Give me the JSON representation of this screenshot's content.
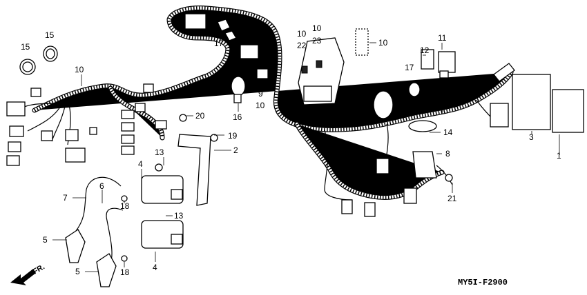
{
  "diagram_code": "MY5I-F2900",
  "direction_label": "FR.",
  "callouts": {
    "c1": "1",
    "c2": "2",
    "c3": "3",
    "c4a": "4",
    "c4b": "4",
    "c5a": "5",
    "c5b": "5",
    "c6": "6",
    "c7": "7",
    "c8": "8",
    "c9": "9",
    "c10a": "10",
    "c10b": "10",
    "c10c": "10",
    "c10d": "10",
    "c10e": "10",
    "c11": "11",
    "c12": "12",
    "c13a": "13",
    "c13b": "13",
    "c14": "14",
    "c15a": "15",
    "c15b": "15",
    "c16": "16",
    "c17a": "17",
    "c17b": "17",
    "c17c": "17",
    "c18a": "18",
    "c18b": "18",
    "c19": "19",
    "c20": "20",
    "c21": "21",
    "c22": "22",
    "c23": "23"
  }
}
